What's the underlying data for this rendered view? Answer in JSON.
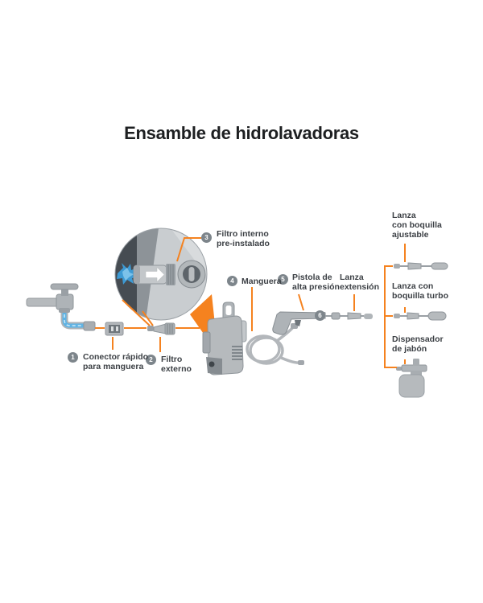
{
  "title": "Ensamble de hidrolavadoras",
  "callouts": {
    "c1": {
      "num": "1",
      "line1": "Conector rápido",
      "line2": "para manguera"
    },
    "c2": {
      "num": "2",
      "line1": "Filtro",
      "line2": "externo"
    },
    "c3": {
      "num": "3",
      "line1": "Filtro interno",
      "line2": "pre-instalado"
    },
    "c4": {
      "num": "4",
      "line1": "Manguera"
    },
    "c5": {
      "num": "5",
      "line1": "Pistola de",
      "line2": "alta presión"
    },
    "c6": {
      "num": "6"
    }
  },
  "labels": {
    "extension": {
      "line1": "Lanza",
      "line2": "extensión"
    },
    "adjustable": {
      "line1": "Lanza",
      "line2": "con boquilla",
      "line3": "ajustable"
    },
    "turbo": {
      "line1": "Lanza con",
      "line2": "boquilla turbo"
    },
    "soap": {
      "line1": "Dispensador",
      "line2": "de jabón"
    }
  },
  "colors": {
    "accent": "#f5821f",
    "badge": "#7d858b",
    "text": "#3c4045",
    "part_gray": "#b6babd",
    "water_blue": "#4aa4da"
  },
  "icons": {
    "illustrations": [
      "faucet-icon",
      "quick-connector-icon",
      "external-filter-icon",
      "magnified-internal-filter-icon",
      "water-splash-icon",
      "pressure-washer-icon",
      "hose-coil-icon",
      "spray-gun-icon",
      "extension-lance-icon",
      "adjustable-nozzle-lance-icon",
      "turbo-nozzle-lance-icon",
      "soap-dispenser-icon"
    ]
  }
}
